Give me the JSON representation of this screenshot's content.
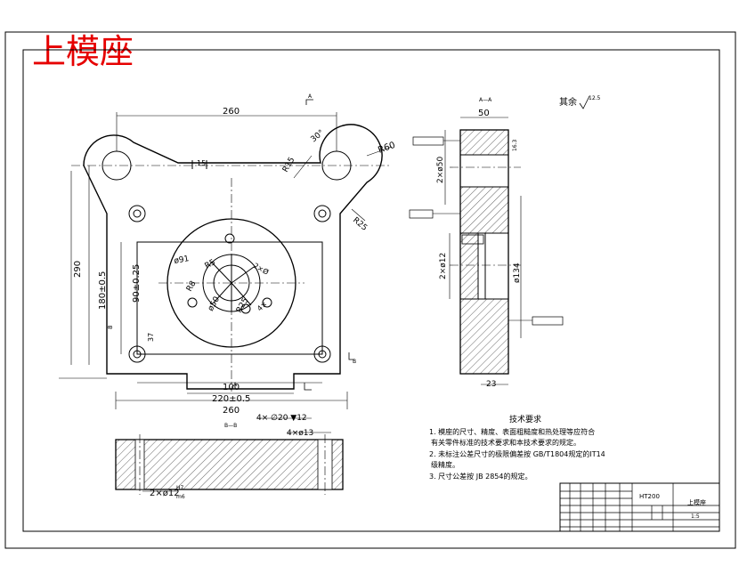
{
  "title": "上模座",
  "dims": {
    "top_width": "260",
    "slot_width": "15",
    "r_corner": "R60",
    "r_slot": "R15",
    "angle": "30°",
    "r_edge": "R25",
    "height_290": "290",
    "dim_180": "180±0.5",
    "dim_90": "90±0.25",
    "dim_37": "37",
    "small_8": "8",
    "dim_100": "100",
    "dim_220": "220±0.5",
    "bottom_260": "260",
    "d_phi91": "ø91",
    "d_r5": "R5",
    "d_r8": "R8",
    "d_phi50": "ø50",
    "d_r25": "R25",
    "d_2x": "2×Ø",
    "d_4x": "4×",
    "side_50": "50",
    "side_2x50": "2×ø50",
    "side_2x12": "2×ø12",
    "side_134": "ø134",
    "side_23": "23",
    "side_163": "16.3",
    "sec_4x20": "4×  ∅20 ▼12",
    "sec_4x13": "4×ø13",
    "sec_2x12": "2×ø12",
    "sec_h7": "H7",
    "sec_m6": "m6",
    "rough": "其余",
    "rough_val": "12.5",
    "mark_a": "A",
    "mark_aa": "A—A",
    "mark_bb": "B—B",
    "mark_b": "B"
  },
  "tech": {
    "heading": "技术要求",
    "line1": "1. 模座的尺寸、精度、表面粗糙度和热处理等应符合",
    "line2": "有关零件标准的技术要求和本技术要求的规定。",
    "line3": "2. 未标注公差尺寸的极限偏差按  GB/T1804规定的IT14",
    "line4": "级精度。",
    "line5": "3. 尺寸公差按  JB 2854的规定。"
  },
  "titleblock": {
    "material": "HT200",
    "part": "上模座",
    "scale": "1:5"
  }
}
